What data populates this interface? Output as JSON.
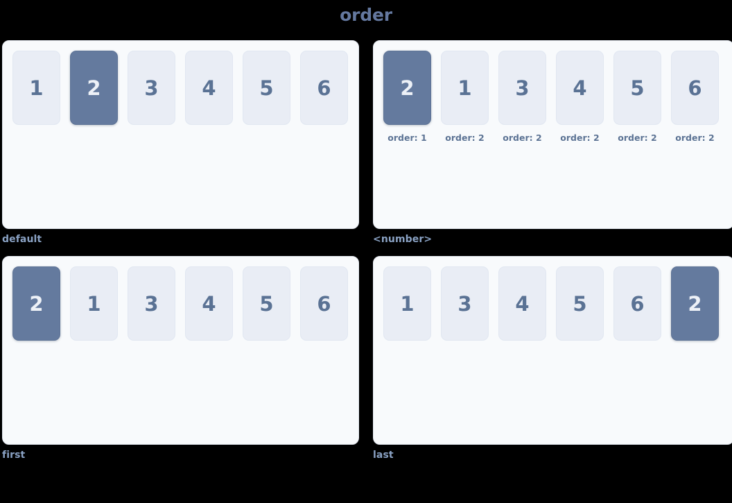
{
  "title": "order",
  "colors": {
    "background": "#000000",
    "panel_bg": "#f8fafc",
    "panel_border": "#e5eaf2",
    "box_bg": "#e9edf5",
    "box_text": "#5a7294",
    "highlight_bg": "#647a9e",
    "highlight_text": "#edf1f7",
    "title_text": "#64789f",
    "caption_text": "#8aa2c4",
    "order_label_text": "#5c7394"
  },
  "panels": [
    {
      "caption": "default",
      "show_order_labels": false,
      "items": [
        {
          "label": "1",
          "highlight": false,
          "order_label": ""
        },
        {
          "label": "2",
          "highlight": true,
          "order_label": ""
        },
        {
          "label": "3",
          "highlight": false,
          "order_label": ""
        },
        {
          "label": "4",
          "highlight": false,
          "order_label": ""
        },
        {
          "label": "5",
          "highlight": false,
          "order_label": ""
        },
        {
          "label": "6",
          "highlight": false,
          "order_label": ""
        }
      ]
    },
    {
      "caption": "<number>",
      "show_order_labels": true,
      "items": [
        {
          "label": "2",
          "highlight": true,
          "order_label": "order: 1"
        },
        {
          "label": "1",
          "highlight": false,
          "order_label": "order: 2"
        },
        {
          "label": "3",
          "highlight": false,
          "order_label": "order: 2"
        },
        {
          "label": "4",
          "highlight": false,
          "order_label": "order: 2"
        },
        {
          "label": "5",
          "highlight": false,
          "order_label": "order: 2"
        },
        {
          "label": "6",
          "highlight": false,
          "order_label": "order: 2"
        }
      ]
    },
    {
      "caption": "first",
      "show_order_labels": false,
      "items": [
        {
          "label": "2",
          "highlight": true,
          "order_label": ""
        },
        {
          "label": "1",
          "highlight": false,
          "order_label": ""
        },
        {
          "label": "3",
          "highlight": false,
          "order_label": ""
        },
        {
          "label": "4",
          "highlight": false,
          "order_label": ""
        },
        {
          "label": "5",
          "highlight": false,
          "order_label": ""
        },
        {
          "label": "6",
          "highlight": false,
          "order_label": ""
        }
      ]
    },
    {
      "caption": "last",
      "show_order_labels": false,
      "items": [
        {
          "label": "1",
          "highlight": false,
          "order_label": ""
        },
        {
          "label": "3",
          "highlight": false,
          "order_label": ""
        },
        {
          "label": "4",
          "highlight": false,
          "order_label": ""
        },
        {
          "label": "5",
          "highlight": false,
          "order_label": ""
        },
        {
          "label": "6",
          "highlight": false,
          "order_label": ""
        },
        {
          "label": "2",
          "highlight": true,
          "order_label": ""
        }
      ]
    }
  ]
}
